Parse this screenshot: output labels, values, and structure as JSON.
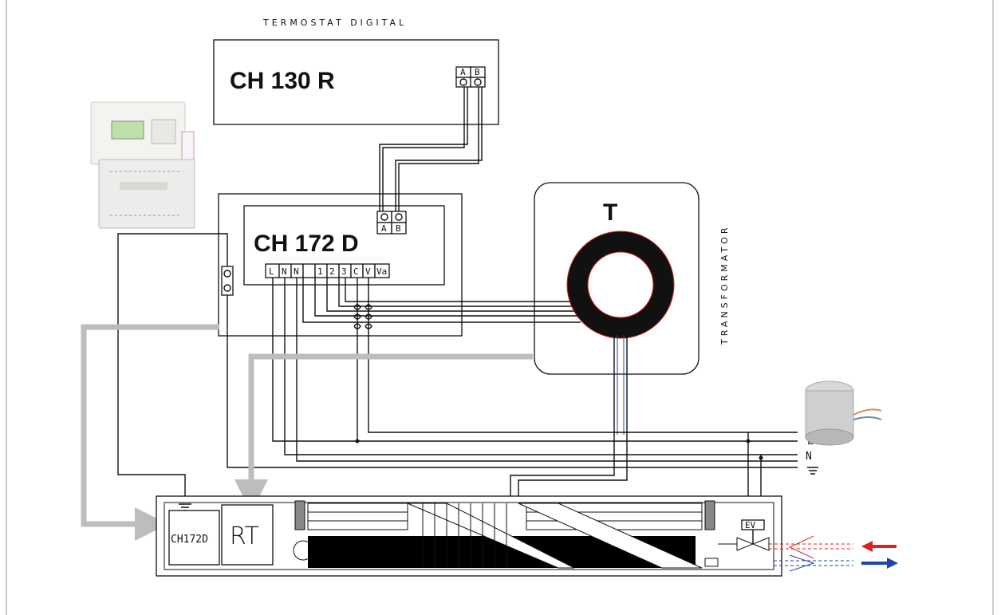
{
  "title": "TERMOSTAT DIGITAL",
  "thermostat": {
    "model": "CH 130 R",
    "terminals": [
      "A",
      "B"
    ]
  },
  "controller": {
    "model": "CH 172 D",
    "terminals_top": [
      "A",
      "B"
    ],
    "terminals_bottom": [
      "L",
      "N",
      "N",
      "1",
      "2",
      "3",
      "C",
      "V",
      "Va"
    ]
  },
  "transformer": {
    "symbol": "T",
    "label": "TRANSFORMATOR"
  },
  "unit": {
    "box_left": "CH172D",
    "box_right": "RT",
    "valve": "EV"
  },
  "supply": {
    "line_l": "L",
    "line_n": "N"
  },
  "colors": {
    "hot": "#dd2020",
    "cold": "#2244aa",
    "cable": "#bdbdbd"
  }
}
